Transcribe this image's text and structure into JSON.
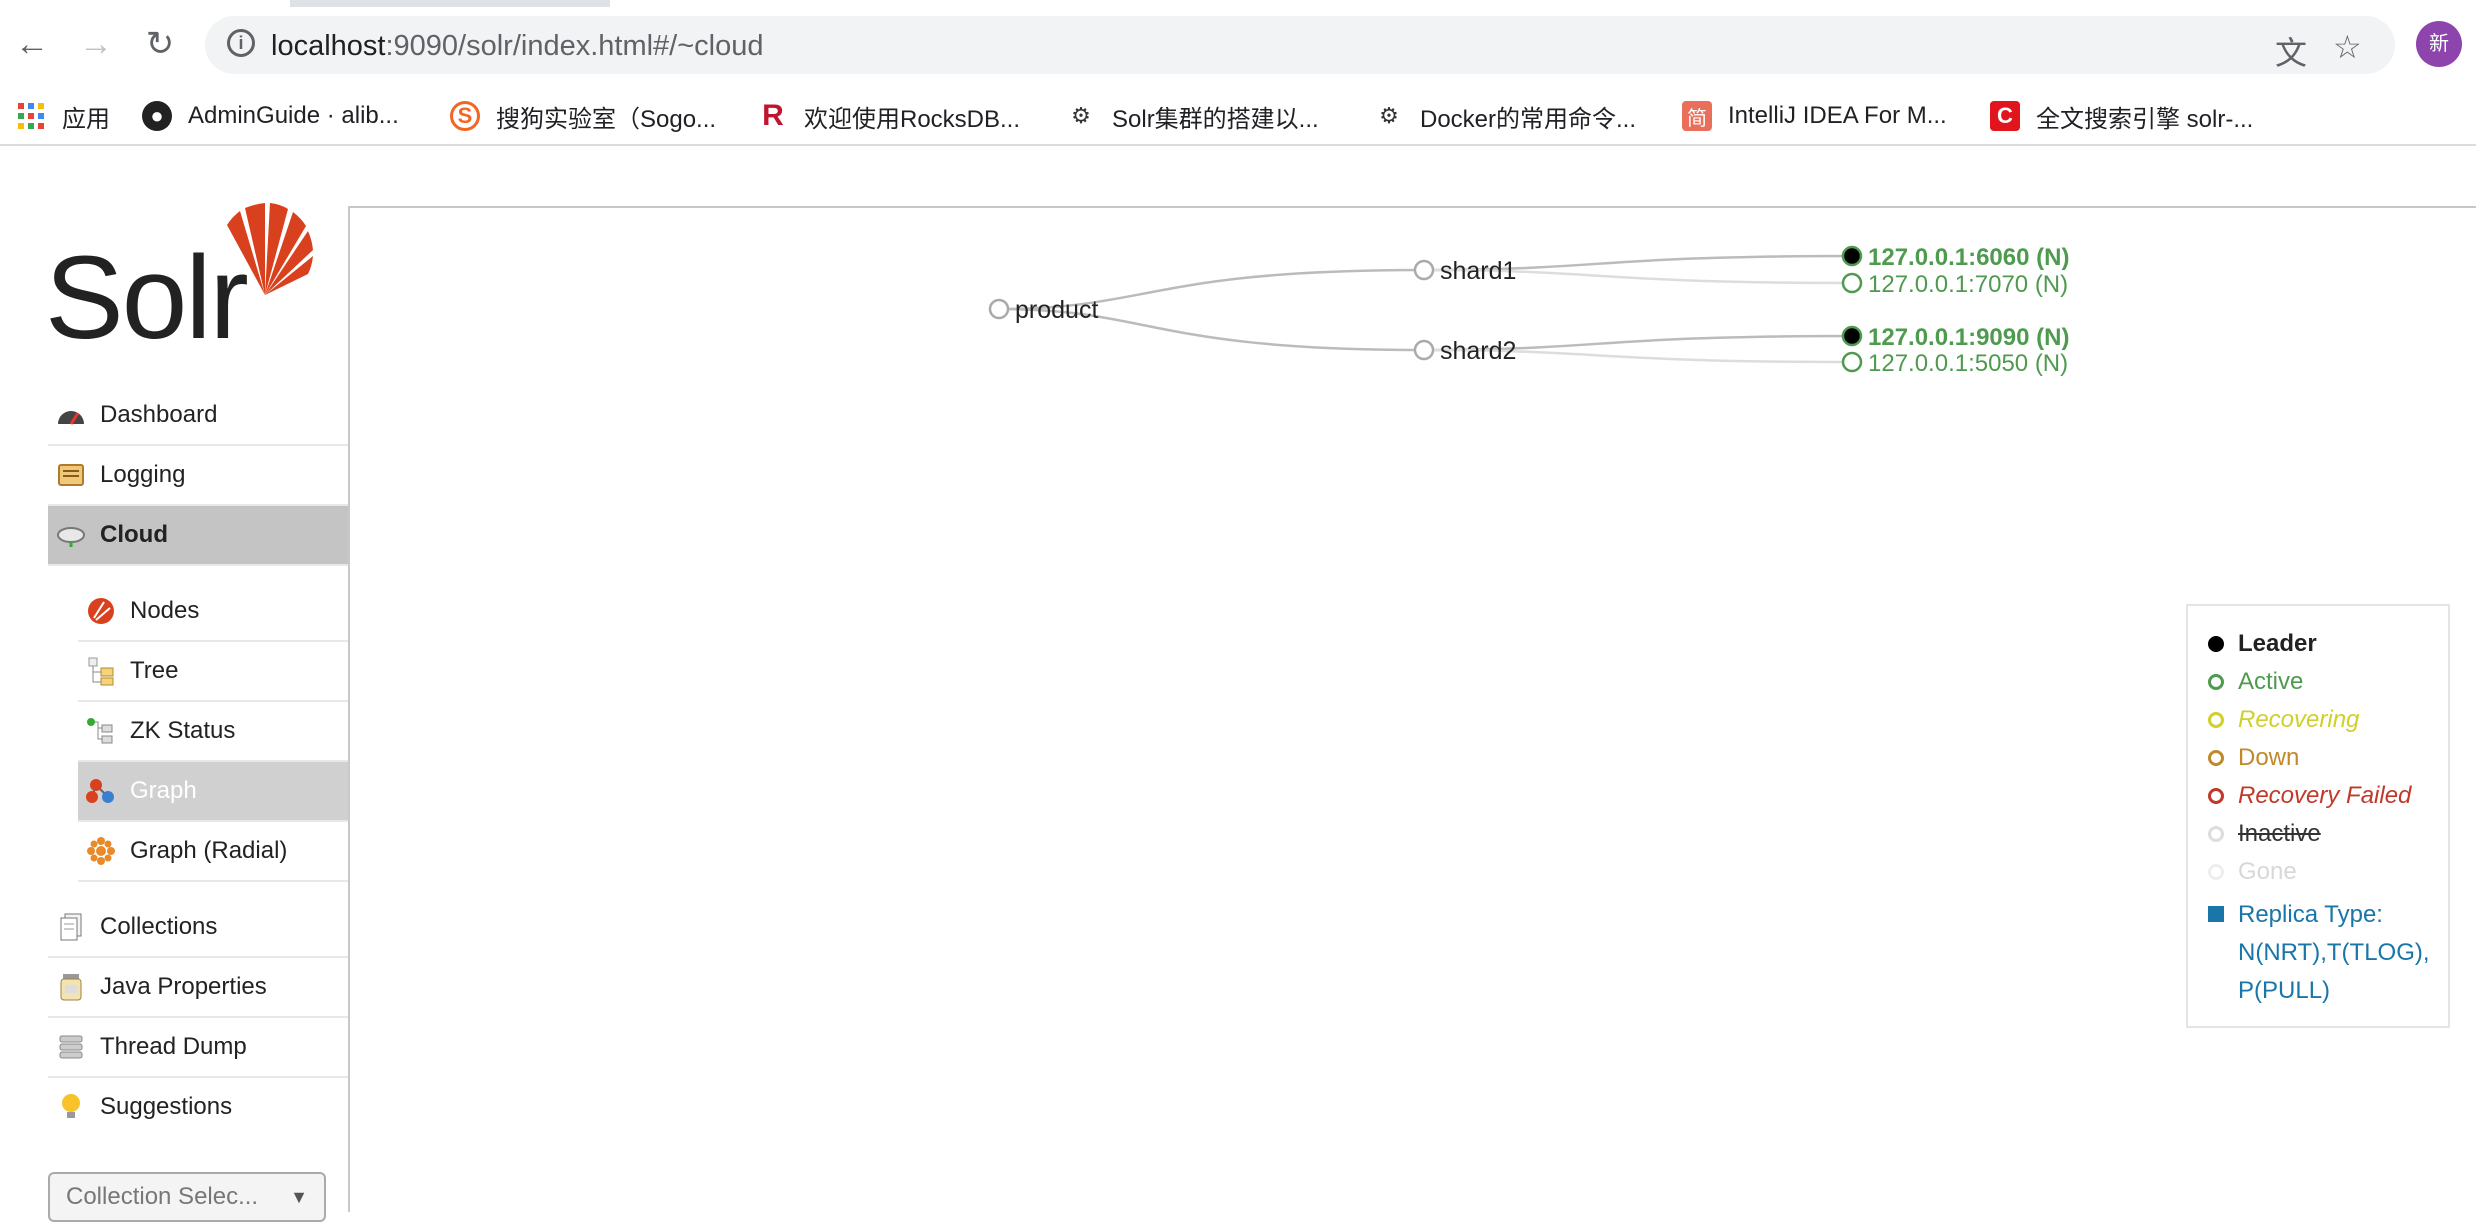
{
  "browser": {
    "url_host": "localhost",
    "url_rest": ":9090/solr/index.html#/~cloud",
    "avatar_label": "新",
    "bookmarks": [
      {
        "label": "应用",
        "icon": "apps-grid-icon"
      },
      {
        "label": "AdminGuide · alib...",
        "icon": "github-icon"
      },
      {
        "label": "搜狗实验室（Sogo...",
        "icon": "sogou-icon"
      },
      {
        "label": "欢迎使用RocksDB...",
        "icon": "rocksdb-icon"
      },
      {
        "label": "Solr集群的搭建以...",
        "icon": "jianshu-icon"
      },
      {
        "label": "Docker的常用命令...",
        "icon": "jianshu-icon"
      },
      {
        "label": "IntelliJ IDEA For M...",
        "icon": "jian-icon"
      },
      {
        "label": "全文搜索引擎 solr-...",
        "icon": "csdn-icon"
      }
    ]
  },
  "logo": {
    "text": "Solr"
  },
  "sidebar": {
    "items": [
      {
        "label": "Dashboard",
        "icon": "dashboard-icon"
      },
      {
        "label": "Logging",
        "icon": "logging-icon"
      },
      {
        "label": "Cloud",
        "icon": "cloud-icon"
      }
    ],
    "cloud_sub": [
      {
        "label": "Nodes",
        "icon": "nodes-icon"
      },
      {
        "label": "Tree",
        "icon": "tree-icon"
      },
      {
        "label": "ZK Status",
        "icon": "zk-status-icon"
      },
      {
        "label": "Graph",
        "icon": "graph-icon"
      },
      {
        "label": "Graph (Radial)",
        "icon": "graph-radial-icon"
      }
    ],
    "items2": [
      {
        "label": "Collections",
        "icon": "collections-icon"
      },
      {
        "label": "Java Properties",
        "icon": "java-properties-icon"
      },
      {
        "label": "Thread Dump",
        "icon": "thread-dump-icon"
      },
      {
        "label": "Suggestions",
        "icon": "suggestions-icon"
      }
    ],
    "collection_selector": "Collection Selec..."
  },
  "graph": {
    "collection": "product",
    "shards": [
      {
        "name": "shard1",
        "replicas": [
          {
            "label": "127.0.0.1:6060 (N)",
            "leader": true
          },
          {
            "label": "127.0.0.1:7070 (N)",
            "leader": false
          }
        ]
      },
      {
        "name": "shard2",
        "replicas": [
          {
            "label": "127.0.0.1:9090 (N)",
            "leader": true
          },
          {
            "label": "127.0.0.1:5050 (N)",
            "leader": false
          }
        ]
      }
    ],
    "colors": {
      "active": "#4e9a4e",
      "leader": "#000000",
      "node": "#aaaaaa",
      "link": "#bbbbbb"
    }
  },
  "legend": {
    "leader": "Leader",
    "active": "Active",
    "recovering": "Recovering",
    "down": "Down",
    "recovery_failed": "Recovery Failed",
    "inactive": "Inactive",
    "gone": "Gone",
    "replica_type": "Replica Type:",
    "replica_type_2": "N(NRT),T(TLOG),",
    "replica_type_3": "P(PULL)",
    "colors": {
      "leader": "#000000",
      "active": "#4e9a4e",
      "recovering": "#d0d02a",
      "down": "#c08a2a",
      "recovery_failed": "#c0392b",
      "inactive": "#333333",
      "gone": "#d8d8d8",
      "replica_type": "#1a76a8"
    }
  }
}
